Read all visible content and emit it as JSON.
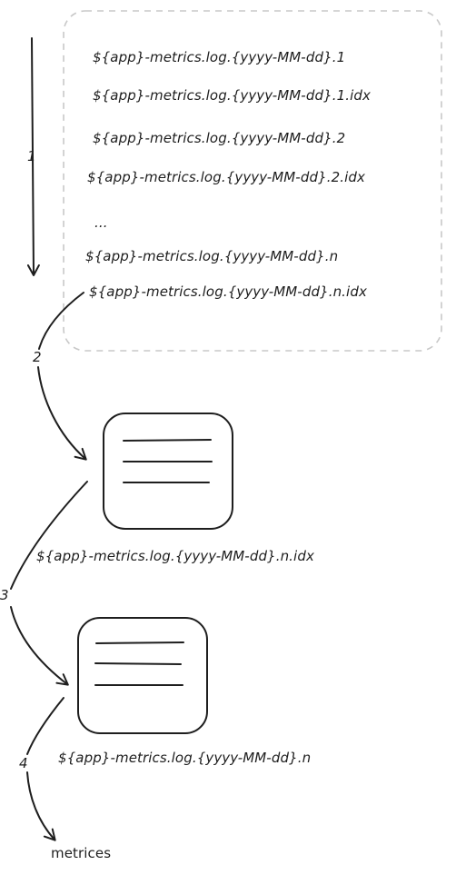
{
  "diagram": {
    "files": [
      "${app}-metrics.log.{yyyy-MM-dd}.1",
      "${app}-metrics.log.{yyyy-MM-dd}.1.idx",
      "${app}-metrics.log.{yyyy-MM-dd}.2",
      "${app}-metrics.log.{yyyy-MM-dd}.2.idx",
      "...",
      "${app}-metrics.log.{yyyy-MM-dd}.n",
      "${app}-metrics.log.{yyyy-MM-dd}.n.idx"
    ],
    "steps": [
      "1",
      "2",
      "3",
      "4"
    ],
    "index_doc_label": "${app}-metrics.log.{yyyy-MM-dd}.n.idx",
    "data_doc_label": "${app}-metrics.log.{yyyy-MM-dd}.n",
    "output_label": "metrices",
    "colors": {
      "stroke": "#1e1e1e",
      "group_border": "#c8c8c8",
      "background": "#ffffff"
    }
  }
}
